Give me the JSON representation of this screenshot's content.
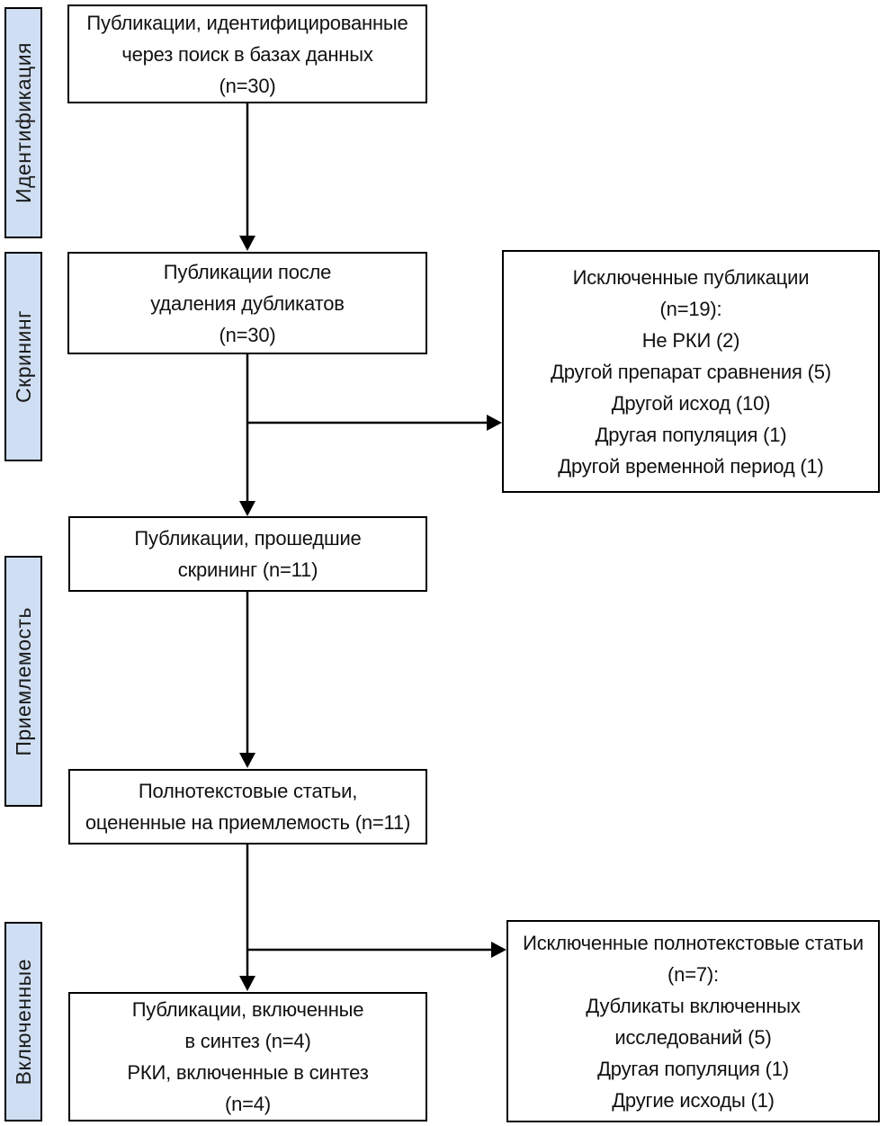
{
  "palette": {
    "stage_fill": "#cfdef2",
    "line_color": "#000000",
    "box_fill": "#ffffff",
    "text_color": "#111111"
  },
  "stages": [
    {
      "label": "Идентификация"
    },
    {
      "label": "Скрининг"
    },
    {
      "label": "Приемлемость"
    },
    {
      "label": "Включенные"
    }
  ],
  "boxes": {
    "identified": {
      "lines": [
        "Публикации, идентифицированные",
        "через поиск в базах данных",
        "(n=30)"
      ],
      "n": 30
    },
    "after_dedup": {
      "lines": [
        "Публикации после",
        "удаления дубликатов",
        "(n=30)"
      ],
      "n": 30
    },
    "excluded_screening": {
      "lines": [
        "Исключенные публикации",
        "(n=19):",
        "Не РКИ (2)",
        "Другой препарат сравнения (5)",
        "Другой исход (10)",
        "Другая популяция (1)",
        "Другой временной период (1)"
      ],
      "n": 19
    },
    "screened": {
      "lines": [
        "Публикации, прошедшие",
        "скрининг (n=11)"
      ],
      "n": 11
    },
    "fulltext_assessed": {
      "lines": [
        "Полнотекстовые статьи,",
        "оцененные на приемлемость (n=11)"
      ],
      "n": 11
    },
    "excluded_fulltext": {
      "lines": [
        "Исключенные полнотекстовые статьи",
        "(n=7):",
        "Дубликаты включенных",
        "исследований (5)",
        "Другая популяция (1)",
        "Другие исходы (1)"
      ],
      "n": 7
    },
    "included": {
      "lines": [
        "Публикации, включенные",
        "в синтез (n=4)",
        "РКИ, включенные в синтез",
        "(n=4)"
      ],
      "n": 4
    }
  }
}
